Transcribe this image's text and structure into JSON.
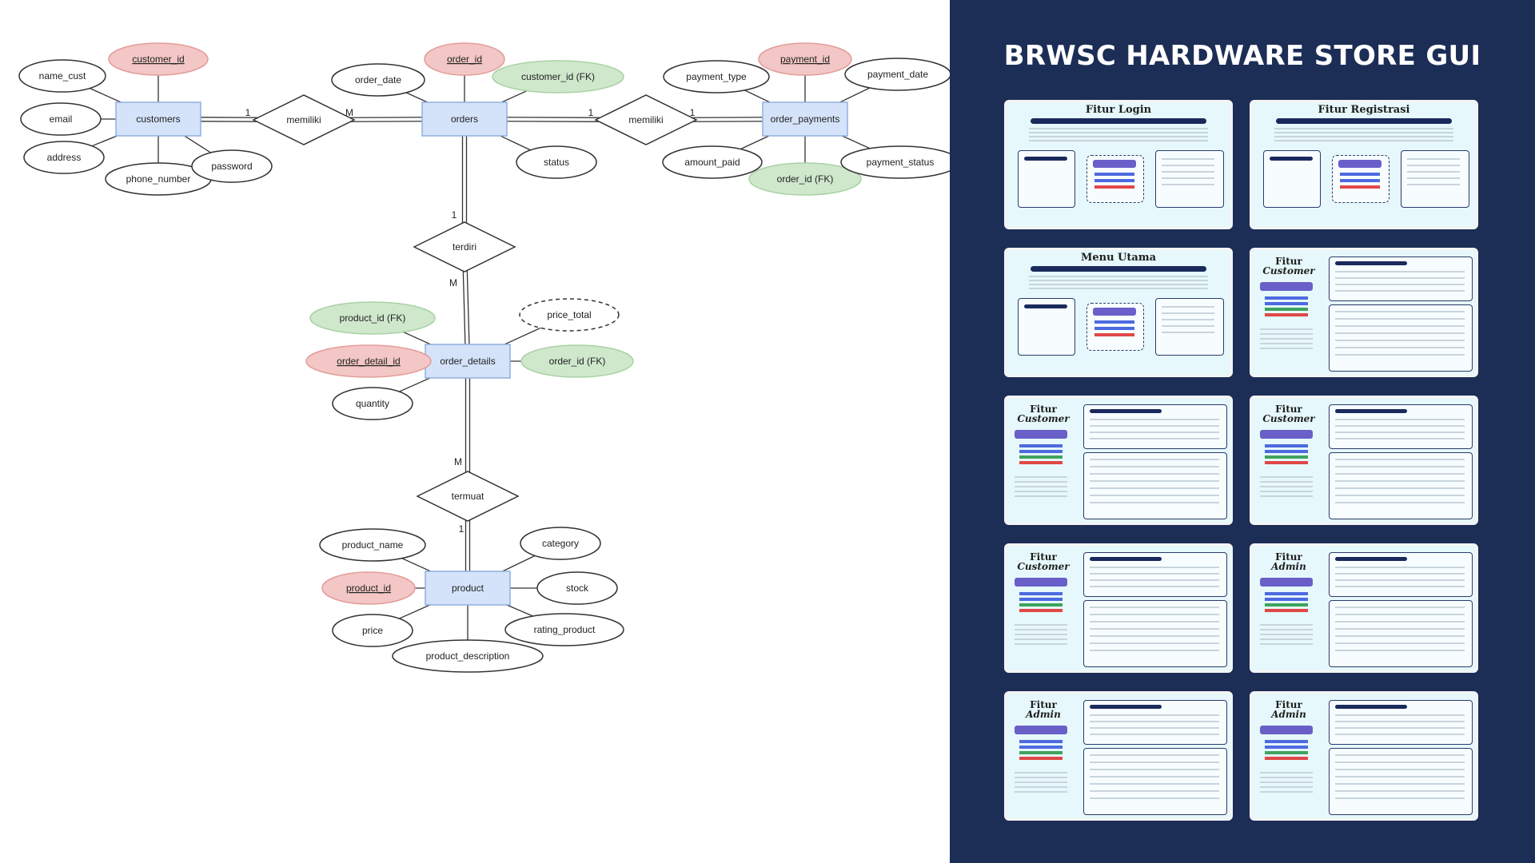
{
  "panel": {
    "title": "BRWSC HARDWARE STORE GUI"
  },
  "thumbnails": [
    {
      "title": "Fitur Login",
      "layout": "top"
    },
    {
      "title": "Fitur Registrasi",
      "layout": "top"
    },
    {
      "title": "Menu Utama",
      "layout": "top"
    },
    {
      "title": "Fitur Customer",
      "layout": "side"
    },
    {
      "title": "Fitur Customer",
      "layout": "side"
    },
    {
      "title": "Fitur Customer",
      "layout": "side"
    },
    {
      "title": "Fitur Customer",
      "layout": "side"
    },
    {
      "title": "Fitur Admin",
      "layout": "side"
    },
    {
      "title": "Fitur Admin",
      "layout": "side"
    },
    {
      "title": "Fitur Admin",
      "layout": "side"
    }
  ],
  "erd": {
    "colors": {
      "entity_fill": "#d4e3fa",
      "entity_stroke": "#8fb0df",
      "pk_fill": "#f2c7c5",
      "pk_stroke": "#e39d9a",
      "fk_fill": "#cfe8cc",
      "fk_stroke": "#a9d2a4"
    },
    "entities": [
      {
        "id": "customers",
        "label": "customers"
      },
      {
        "id": "orders",
        "label": "orders"
      },
      {
        "id": "order_payments",
        "label": "order_payments"
      },
      {
        "id": "order_details",
        "label": "order_details"
      },
      {
        "id": "product",
        "label": "product"
      }
    ],
    "relationships": [
      {
        "id": "r1",
        "label": "memiliki",
        "from": "customers",
        "to": "orders",
        "card_from": "1",
        "card_to": "M"
      },
      {
        "id": "r2",
        "label": "memiliki",
        "from": "orders",
        "to": "order_payments",
        "card_from": "1",
        "card_to": "1"
      },
      {
        "id": "r3",
        "label": "terdiri",
        "from": "orders",
        "to": "order_details",
        "card_from": "1",
        "card_to": "M"
      },
      {
        "id": "r4",
        "label": "termuat",
        "from": "order_details",
        "to": "product",
        "card_from": "M",
        "card_to": "1"
      }
    ],
    "attributes": [
      {
        "label": "customer_id",
        "entity": "customers",
        "kind": "pk"
      },
      {
        "label": "name_cust",
        "entity": "customers",
        "kind": "normal"
      },
      {
        "label": "email",
        "entity": "customers",
        "kind": "normal"
      },
      {
        "label": "address",
        "entity": "customers",
        "kind": "normal"
      },
      {
        "label": "phone_number",
        "entity": "customers",
        "kind": "normal"
      },
      {
        "label": "password",
        "entity": "customers",
        "kind": "normal"
      },
      {
        "label": "order_id",
        "entity": "orders",
        "kind": "pk"
      },
      {
        "label": "order_date",
        "entity": "orders",
        "kind": "normal"
      },
      {
        "label": "customer_id (FK)",
        "entity": "orders",
        "kind": "fk"
      },
      {
        "label": "status",
        "entity": "orders",
        "kind": "normal"
      },
      {
        "label": "payment_id",
        "entity": "order_payments",
        "kind": "pk"
      },
      {
        "label": "payment_type",
        "entity": "order_payments",
        "kind": "normal"
      },
      {
        "label": "payment_date",
        "entity": "order_payments",
        "kind": "normal"
      },
      {
        "label": "amount_paid",
        "entity": "order_payments",
        "kind": "normal"
      },
      {
        "label": "order_id (FK)",
        "entity": "order_payments",
        "kind": "fk"
      },
      {
        "label": "payment_status",
        "entity": "order_payments",
        "kind": "normal"
      },
      {
        "label": "product_id (FK)",
        "entity": "order_details",
        "kind": "fk"
      },
      {
        "label": "price_total",
        "entity": "order_details",
        "kind": "derived"
      },
      {
        "label": "order_detail_id",
        "entity": "order_details",
        "kind": "pk"
      },
      {
        "label": "order_id (FK)",
        "entity": "order_details",
        "kind": "fk"
      },
      {
        "label": "quantity",
        "entity": "order_details",
        "kind": "normal"
      },
      {
        "label": "product_name",
        "entity": "product",
        "kind": "normal"
      },
      {
        "label": "category",
        "entity": "product",
        "kind": "normal"
      },
      {
        "label": "product_id",
        "entity": "product",
        "kind": "pk"
      },
      {
        "label": "stock",
        "entity": "product",
        "kind": "normal"
      },
      {
        "label": "price",
        "entity": "product",
        "kind": "normal"
      },
      {
        "label": "rating_product",
        "entity": "product",
        "kind": "normal"
      },
      {
        "label": "product_description",
        "entity": "product",
        "kind": "normal"
      }
    ]
  }
}
